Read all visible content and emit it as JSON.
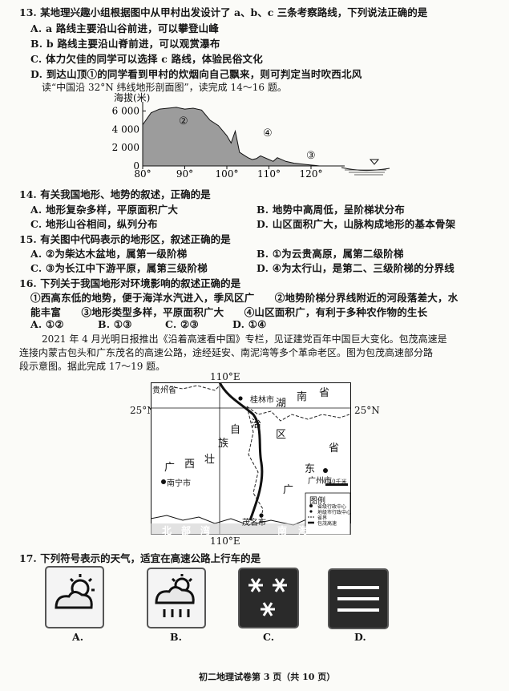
{
  "q13": {
    "stem": "13. 某地理兴趣小组根据图中从甲村出发设计了 a、b、c 三条考察路线，下列说法正确的是",
    "A": "A. a 路线主要沿山谷前进，可以攀登山峰",
    "B": "B. b 路线主要沿山脊前进，可以观赏瀑布",
    "C": "C. 体力欠佳的同学可以选择 c 路线，体验民俗文化",
    "D": "D. 到达山顶①的同学看到甲村的炊烟向自己飘来，则可判定当时吹西北风"
  },
  "intro14": "读“中国沿 32°N 纬线地形剖面图”，读完成 14～16 题。",
  "profile": {
    "ylabel": "海拔(米)",
    "yticks": [
      "6 000",
      "4 000",
      "2 000",
      "0"
    ],
    "xticks": [
      "80°",
      "90°",
      "100°",
      "110°",
      "120°"
    ],
    "markers": [
      "②",
      "④",
      "③"
    ]
  },
  "chart_data": {
    "type": "area",
    "title": "",
    "xlabel": "",
    "ylabel": "海拔(米)",
    "xlim": [
      80,
      128
    ],
    "ylim": [
      0,
      7000
    ],
    "x": [
      80,
      82,
      84,
      86,
      88,
      90,
      92,
      94,
      96,
      98,
      100,
      101,
      102,
      103,
      104,
      105,
      106,
      107,
      108,
      110,
      111,
      112,
      114,
      116,
      118,
      120,
      121,
      122,
      124
    ],
    "series": [
      {
        "values": [
          4500,
          5800,
          6200,
          6300,
          6400,
          6200,
          6300,
          6100,
          5000,
          4400,
          3300,
          2500,
          3800,
          1500,
          1200,
          900,
          700,
          800,
          1100,
          700,
          500,
          900,
          500,
          300,
          200,
          100,
          50,
          0,
          0
        ]
      }
    ]
  },
  "q14": {
    "stem": "14. 有关我国地形、地势的叙述，正确的是",
    "A": "A. 地形复杂多样，平原面积广大",
    "B": "B. 地势中高周低，呈阶梯状分布",
    "C": "C. 地形山谷相间，纵列分布",
    "D": "D. 山区面积广大，山脉构成地形的基本骨架"
  },
  "q15": {
    "stem": "15. 有关图中代码表示的地形区，叙述正确的是",
    "A": "A. ②为柴达木盆地，属第一级阶梯",
    "B": "B. ①为云贵高原，属第二级阶梯",
    "C": "C. ③为长江中下游平原，属第三级阶梯",
    "D": "D. ④为太行山，是第二、三级阶梯的分界线"
  },
  "q16": {
    "stem": "16. 下列关于我国地形对环境影响的叙述正确的是",
    "line1": "①西高东低的地势，便于海洋水汽进入，季风区广　　②地势阶梯分界线附近的河段落差大，水",
    "line2": "能丰富　　③地形类型多样，平原面积广大　　④山区面积广，有利于多种农作物的生长",
    "options": [
      "A. ①②",
      "B. ①③",
      "C. ②③",
      "D. ①④"
    ]
  },
  "intro17_line1": "2021 年 4 月光明日报推出《沿着高速看中国》专栏，见证建党百年中国巨大变化。包茂高速是",
  "intro17_line2": "连接内蒙古包头和广东茂名的高速公路，途经延安、南泥湾等多个革命老区。图为包茂高速部分路",
  "intro17_line3": "段示意图。据此完成 17～19 题。",
  "map": {
    "lon_top": "110°E",
    "lon_bottom": "110°E",
    "lat_left": "25°N",
    "lat_right": "25°N",
    "guizhou": "贵州省",
    "hunan": "湖",
    "hunan2": "南",
    "hunan3": "省",
    "guilin": "桂林市",
    "zhuang": [
      "广",
      "西",
      "壮",
      "族",
      "自",
      "治",
      "区"
    ],
    "guangdong": [
      "广",
      "东",
      "省"
    ],
    "nanning": "南宁市",
    "guangzhou": "广州市",
    "maoming": "茂名市",
    "sea1": "北",
    "sea2": "部",
    "sea3": "湾",
    "sea4": "南",
    "sea5": "海",
    "scale": "0  40千米",
    "legend_title": "图例",
    "legend": [
      "省级行政中心",
      "地级市行政中心",
      "省界",
      "包茂高速"
    ]
  },
  "q17": {
    "stem": "17. 下列符号表示的天气，适宜在高速公路上行车的是",
    "options": [
      "A.",
      "B.",
      "C.",
      "D."
    ]
  },
  "footer": "初二地理试卷第 3 页（共 10 页）"
}
